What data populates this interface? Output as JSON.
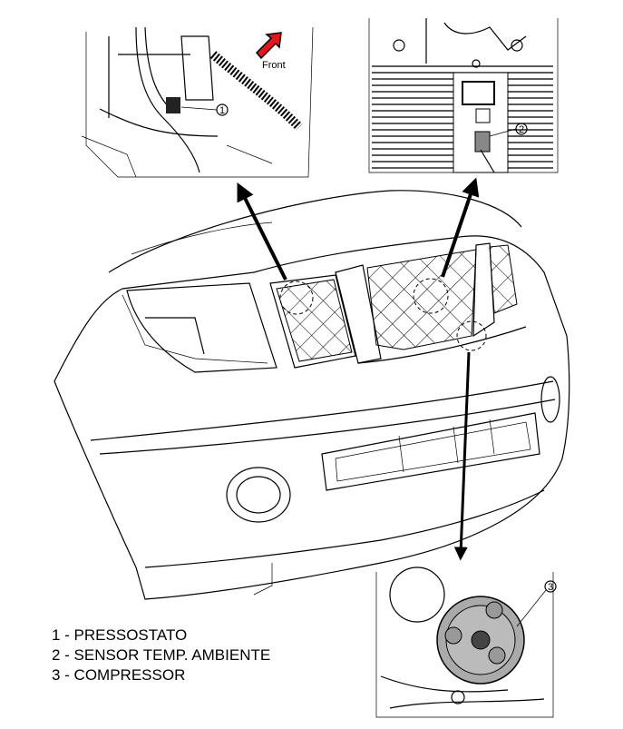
{
  "callouts": {
    "c1": "1",
    "c2": "2",
    "c3": "3"
  },
  "front_label": "Front",
  "colors": {
    "front_arrow": "#e8141c"
  },
  "legend": [
    "1 - PRESSOSTATO",
    "2 - SENSOR TEMP. AMBIENTE",
    "3 - COMPRESSOR"
  ]
}
